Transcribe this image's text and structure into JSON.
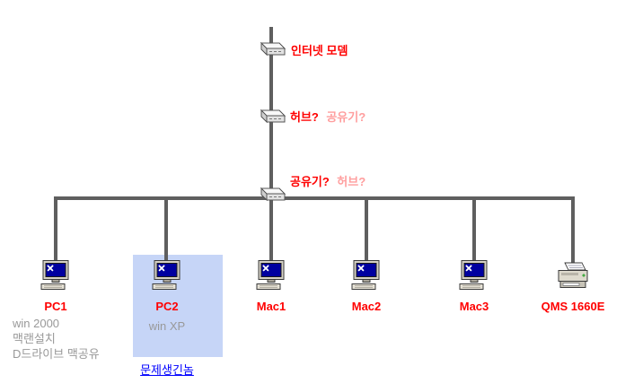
{
  "diagram": {
    "modem": {
      "label": "인터넷 모뎀"
    },
    "hub": {
      "primary": "허브?",
      "secondary": "공유기?"
    },
    "router": {
      "primary": "공유기?",
      "secondary": "허브?"
    },
    "devices": [
      {
        "label": "PC1",
        "type": "computer",
        "notes": [
          "win 2000",
          "맥랜설치",
          "D드라이브 맥공유"
        ]
      },
      {
        "label": "PC2",
        "type": "computer",
        "notes": [
          "win XP"
        ],
        "callout": "문제생긴놈",
        "highlighted": true
      },
      {
        "label": "Mac1",
        "type": "computer"
      },
      {
        "label": "Mac2",
        "type": "computer"
      },
      {
        "label": "Mac3",
        "type": "computer"
      },
      {
        "label": "QMS 1660E",
        "type": "printer"
      }
    ],
    "colors": {
      "label_red": "#ff0000",
      "label_pink": "#ff9e9e",
      "note_gray": "#999999",
      "callout_blue": "#0000ff",
      "highlight_blue": "#c6d5f7",
      "line_gray": "#5f5f5f"
    }
  }
}
